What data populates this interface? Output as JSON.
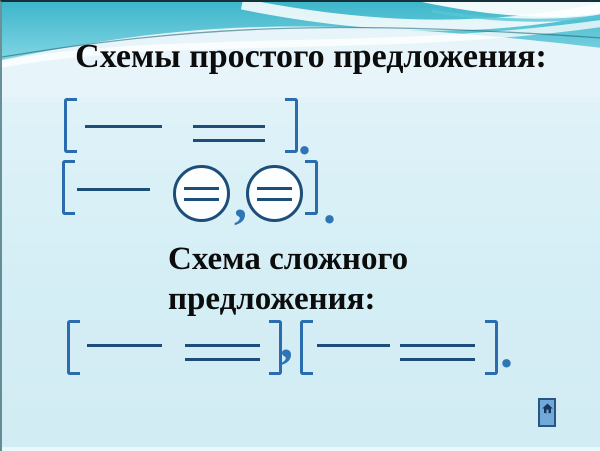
{
  "slide": {
    "title": "Схемы простого предложения:",
    "subtitle": {
      "line1": "Схема сложного",
      "line2": "предложения:"
    },
    "colors": {
      "band": "#3eb6cb",
      "band_light": "#8fdbe7",
      "body_background": "#d5eef6",
      "line": "#1c4e79",
      "bracket": "#2a6cad",
      "punctuation": "#2e75b6",
      "title_text": "#0c0c0c",
      "home_button_fill": "#71a9da",
      "home_button_border": "#28567f"
    },
    "schemes": {
      "simple_one": {
        "elements": [
          "left-bracket",
          "subject-line",
          "double-predicate-line",
          "right-bracket"
        ],
        "period": "."
      },
      "simple_homogeneous": {
        "elements": [
          "left-bracket",
          "subject-line",
          "circled-predicate",
          "comma",
          "circled-predicate",
          "right-bracket"
        ],
        "comma": ",",
        "period": "."
      },
      "complex": {
        "elements": [
          "left-bracket",
          "subject-line",
          "double-predicate-line",
          "right-bracket",
          "comma",
          "left-bracket",
          "subject-line",
          "double-predicate-line",
          "right-bracket"
        ],
        "comma": ",",
        "period": "."
      }
    },
    "nav": {
      "home_icon": "home-icon"
    }
  }
}
